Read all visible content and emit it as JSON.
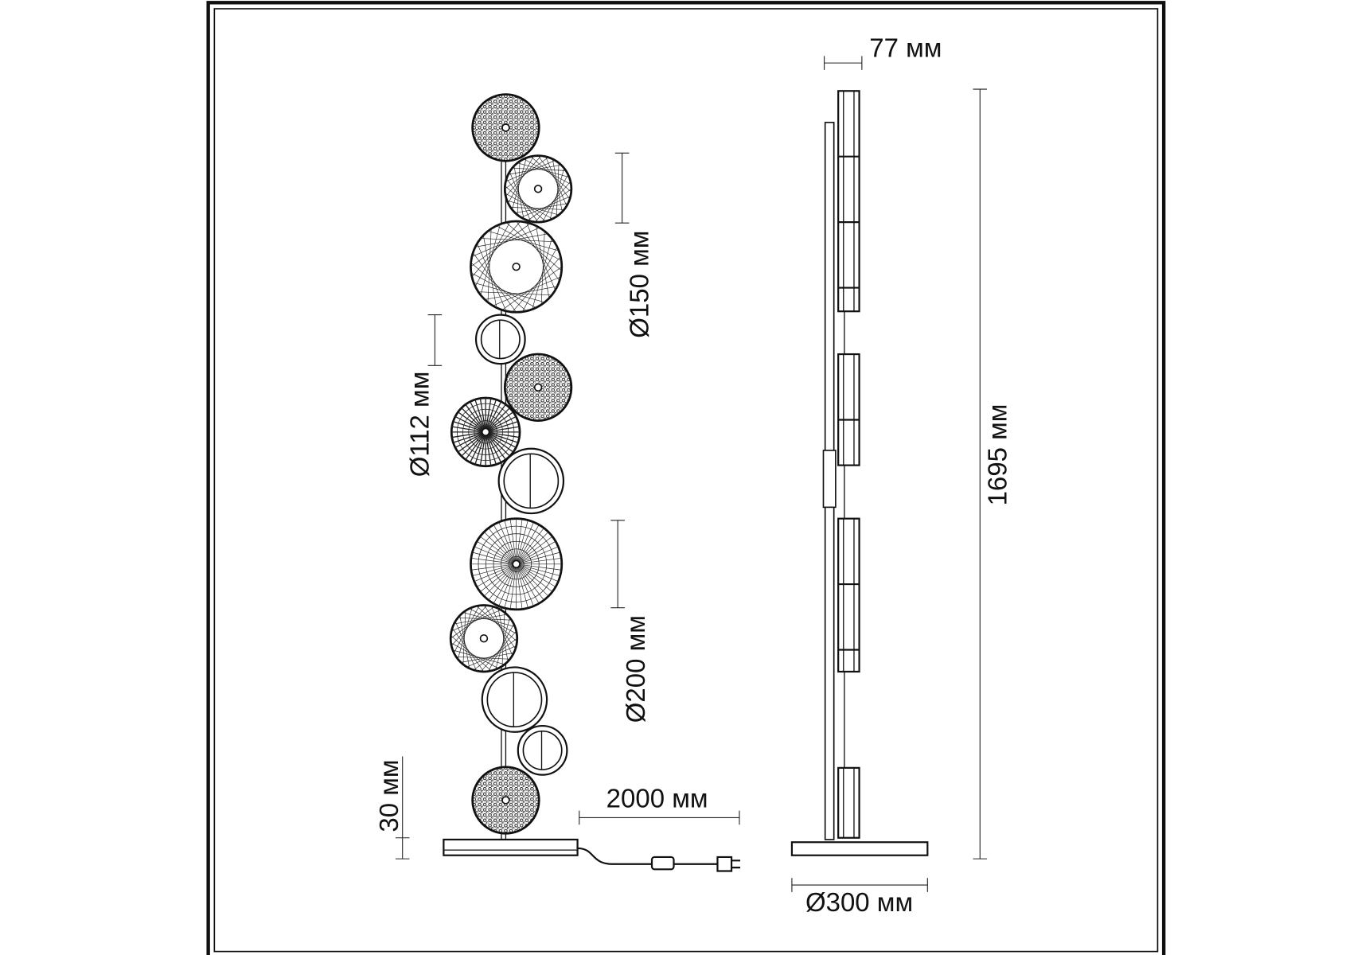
{
  "drawing": {
    "dimensions": {
      "disc_small": "Ø112 мм",
      "disc_medium": "Ø150 мм",
      "disc_large": "Ø200 мм",
      "base_height": "30 мм",
      "cord_length": "2000 мм",
      "depth": "77 мм",
      "total_height": "1695 мм",
      "base_diameter": "Ø300 мм"
    },
    "colors": {
      "line": "#111111",
      "background": "#ffffff"
    }
  }
}
